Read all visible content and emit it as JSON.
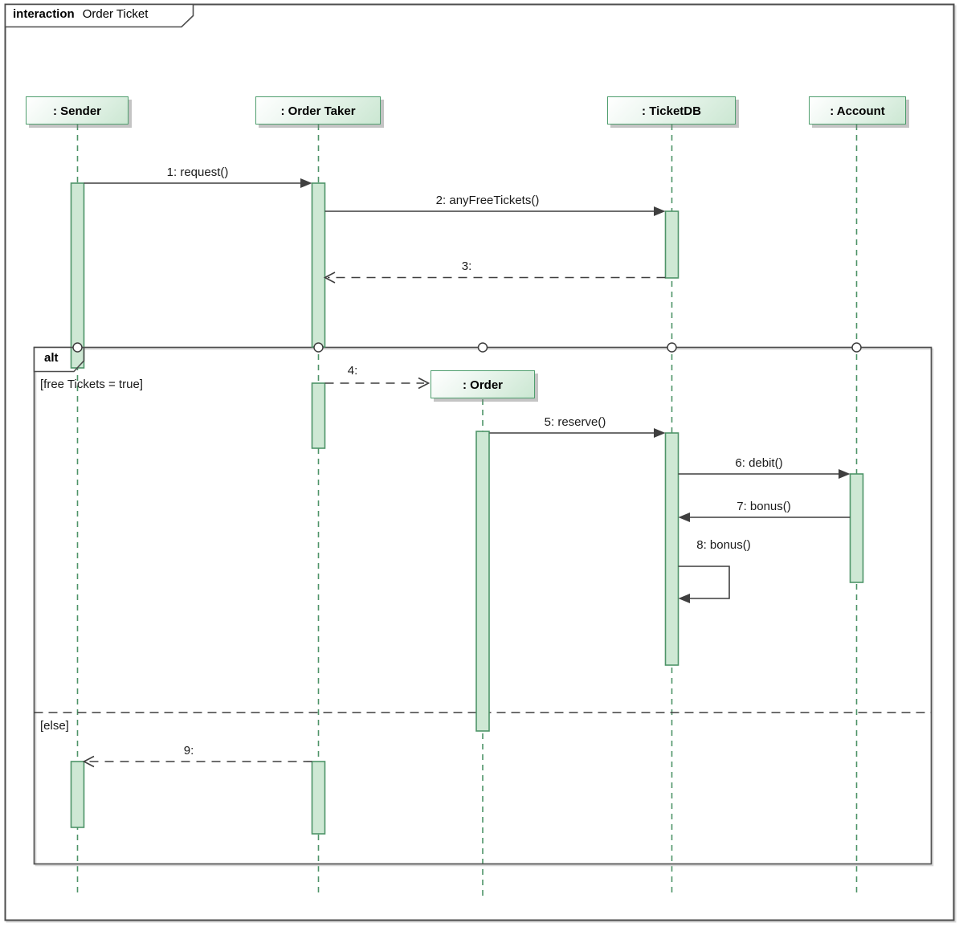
{
  "frame": {
    "keyword": "interaction",
    "title": "Order Ticket"
  },
  "lifelines": {
    "sender": {
      "label": ": Sender"
    },
    "order_taker": {
      "label": ": Order Taker"
    },
    "ticketdb": {
      "label": ": TicketDB"
    },
    "account": {
      "label": ": Account"
    },
    "order": {
      "label": ": Order",
      "note": "object created during interaction"
    }
  },
  "fragment": {
    "operator": "alt",
    "guard_true": "[free Tickets = true]",
    "guard_else": "[else]"
  },
  "messages": [
    {
      "label": "1: request()",
      "from": "Sender",
      "to": "Order Taker",
      "kind": "sync"
    },
    {
      "label": "2: anyFreeTickets()",
      "from": "Order Taker",
      "to": "TicketDB",
      "kind": "sync"
    },
    {
      "label": "3:",
      "from": "TicketDB",
      "to": "Order Taker",
      "kind": "return"
    },
    {
      "label": "4:",
      "from": "Order Taker",
      "to": "Order",
      "kind": "create"
    },
    {
      "label": "5: reserve()",
      "from": "Order",
      "to": "TicketDB",
      "kind": "sync"
    },
    {
      "label": "6: debit()",
      "from": "TicketDB",
      "to": "Account",
      "kind": "sync"
    },
    {
      "label": "7: bonus()",
      "from": "Account",
      "to": "TicketDB",
      "kind": "sync"
    },
    {
      "label": "8: bonus()",
      "from": "TicketDB",
      "to": "TicketDB",
      "kind": "self"
    },
    {
      "label": "9:",
      "from": "Order Taker",
      "to": "Sender",
      "kind": "return"
    }
  ],
  "colors": {
    "activation_fill": "#cee8d4",
    "activation_border": "#4e9468",
    "lifeline": "#4e9468",
    "head_border": "#4f9e6e",
    "head_gradient_end": "#cbe7d2",
    "frame_border": "#4d4d4d",
    "message": "#3f3f3f"
  }
}
